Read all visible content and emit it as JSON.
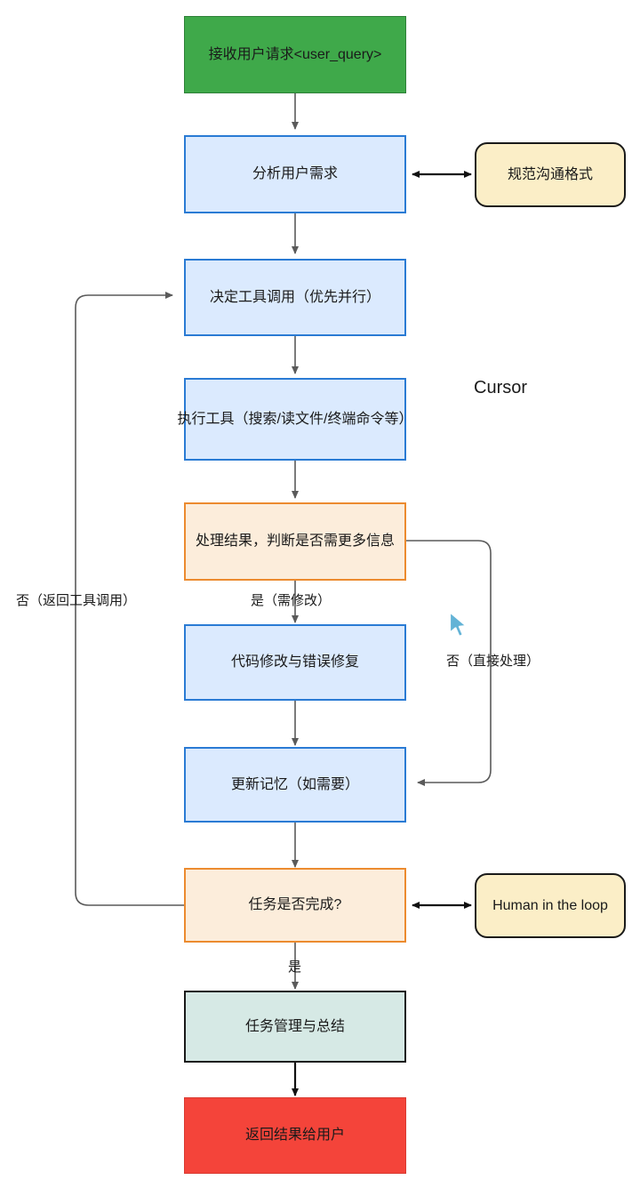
{
  "diagram": {
    "title_label": "Cursor",
    "colors": {
      "start_fill": "#3fa94a",
      "end_fill": "#f4443a",
      "process_fill": "#dbeafe",
      "process_stroke": "#2a7bd4",
      "decision_fill": "#fceddb",
      "decision_stroke": "#ec8b2f",
      "summary_fill": "#d6e9e5",
      "aside_fill": "#fbeec7",
      "edge_stroke": "#5a5a5a",
      "cursor_fill": "#63b3d6"
    },
    "nodes": [
      {
        "id": "start",
        "label": "接收用户请求<user_query>",
        "shape": "rect",
        "type": "start"
      },
      {
        "id": "analyze",
        "label": "分析用户需求",
        "shape": "rect",
        "type": "process"
      },
      {
        "id": "decide",
        "label": "决定工具调用（优先并行）",
        "shape": "rect",
        "type": "process"
      },
      {
        "id": "execute",
        "label": "执行工具（搜索/读文件/终端命令等）",
        "shape": "rect",
        "type": "process"
      },
      {
        "id": "evaluate",
        "label": "处理结果，判断是否需更多信息",
        "shape": "rect",
        "type": "decision"
      },
      {
        "id": "fix",
        "label": "代码修改与错误修复",
        "shape": "rect",
        "type": "process"
      },
      {
        "id": "memory",
        "label": "更新记忆（如需要）",
        "shape": "rect",
        "type": "process"
      },
      {
        "id": "complete",
        "label": "任务是否完成?",
        "shape": "rect",
        "type": "decision"
      },
      {
        "id": "summarize",
        "label": "任务管理与总结",
        "shape": "rect",
        "type": "summary"
      },
      {
        "id": "finish",
        "label": "返回结果给用户",
        "shape": "rect",
        "type": "end"
      },
      {
        "id": "format",
        "label": "规范沟通格式",
        "shape": "rounded",
        "type": "aside"
      },
      {
        "id": "human",
        "label": "Human in the loop",
        "shape": "rounded",
        "type": "aside"
      }
    ],
    "edge_labels": [
      {
        "id": "yes-modify",
        "text": "是（需修改）"
      },
      {
        "id": "no-direct",
        "text": "否（直接处理）"
      },
      {
        "id": "no-back-tool",
        "text": "否（返回工具调用）"
      },
      {
        "id": "yes-done",
        "text": "是"
      }
    ]
  }
}
